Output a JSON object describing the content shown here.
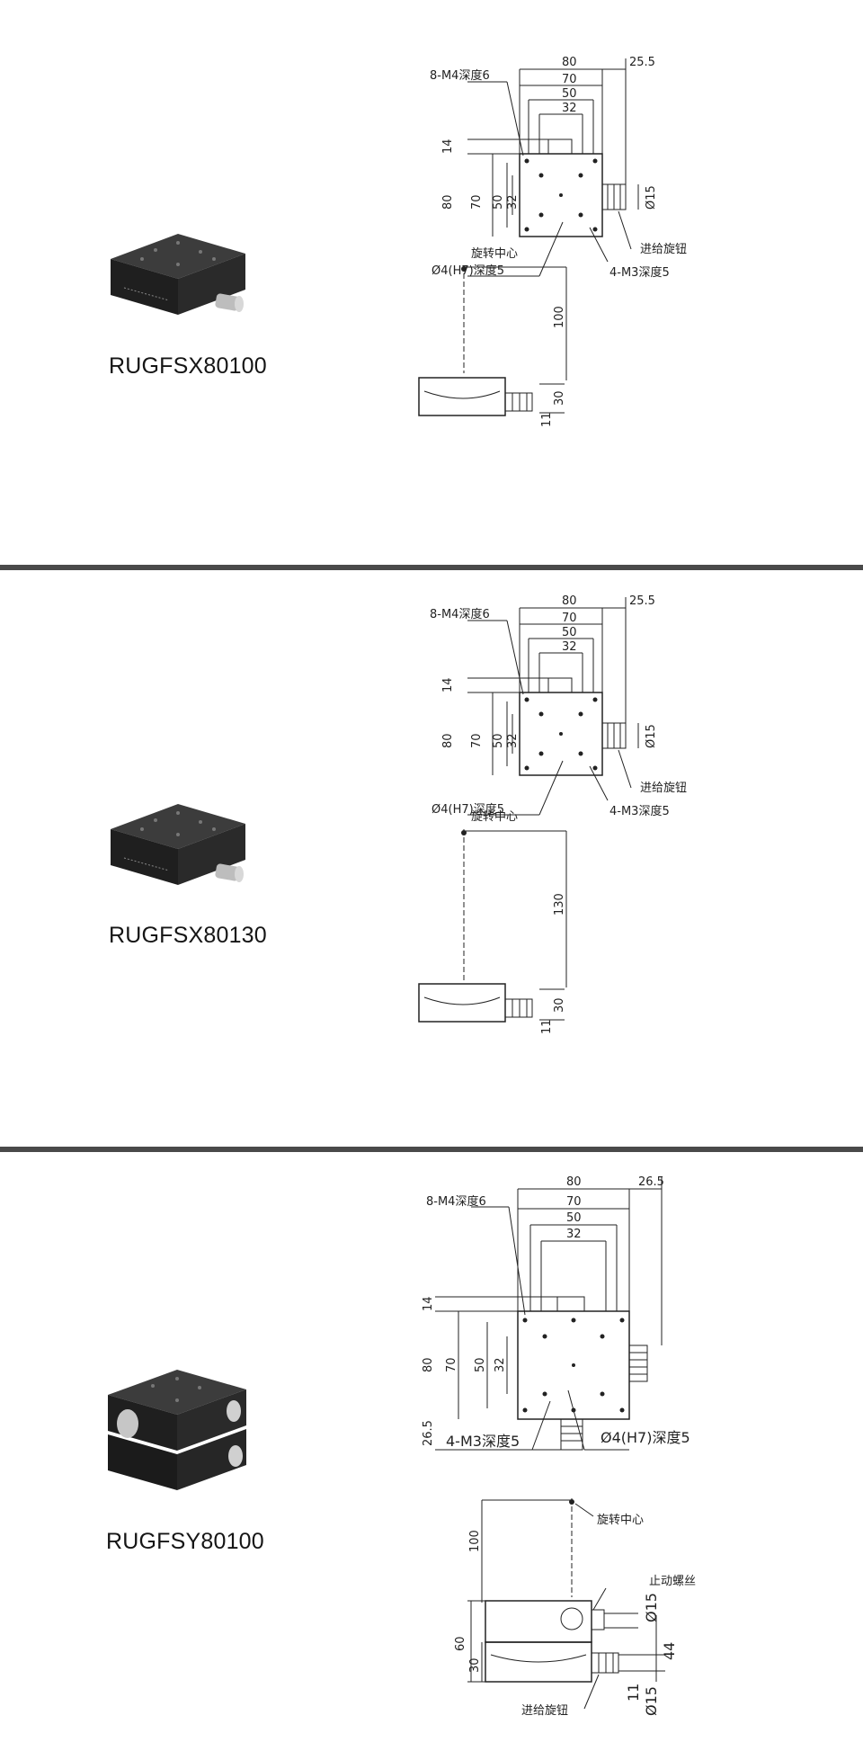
{
  "products": [
    {
      "model": "RUGFSX80100",
      "top_view": {
        "width_dims": [
          "80",
          "70",
          "50",
          "32"
        ],
        "height_dims": [
          "80",
          "70",
          "50",
          "32"
        ],
        "offset_top": "14",
        "offset_right": "25.5",
        "knob_dia": "Ø15",
        "hole_label": "8-M4深度6",
        "pin_label": "Ø4(H7)深度5",
        "small_hole_label": "4-M3深度5",
        "feed_knob": "进给旋钮"
      },
      "side_view": {
        "center_label": "旋转中心",
        "radius": "100",
        "height": "30",
        "base": "11"
      }
    },
    {
      "model": "RUGFSX80130",
      "top_view": {
        "width_dims": [
          "80",
          "70",
          "50",
          "32"
        ],
        "height_dims": [
          "80",
          "70",
          "50",
          "32"
        ],
        "offset_top": "14",
        "offset_right": "25.5",
        "knob_dia": "Ø15",
        "hole_label": "8-M4深度6",
        "pin_label": "Ø4(H7)深度5",
        "small_hole_label": "4-M3深度5",
        "feed_knob": "进给旋钮"
      },
      "side_view": {
        "center_label": "旋转中心",
        "radius": "130",
        "height": "30",
        "base": "11"
      }
    },
    {
      "model": "RUGFSY80100",
      "top_view": {
        "width_dims": [
          "80",
          "70",
          "50",
          "32"
        ],
        "height_dims": [
          "80",
          "70",
          "50",
          "32"
        ],
        "offset_top": "14",
        "offset_right": "26.5",
        "offset_bottom": "26.5",
        "hole_label": "8-M4深度6",
        "small_hole_label": "4-M3深度5",
        "pin_label": "Ø4(H7)深度5"
      },
      "side_view": {
        "center_label": "旋转中心",
        "radius": "100",
        "stop_screw": "止动螺丝",
        "dia_upper": "Ø15",
        "height_total": "60",
        "height_lower": "30",
        "dim_44": "44",
        "base": "11",
        "dia_lower": "Ø15",
        "feed_knob": "进给旋钮"
      }
    }
  ],
  "colors": {
    "divider": "#4a4a4a",
    "stage": "#2b2b2b",
    "line": "#222222"
  }
}
